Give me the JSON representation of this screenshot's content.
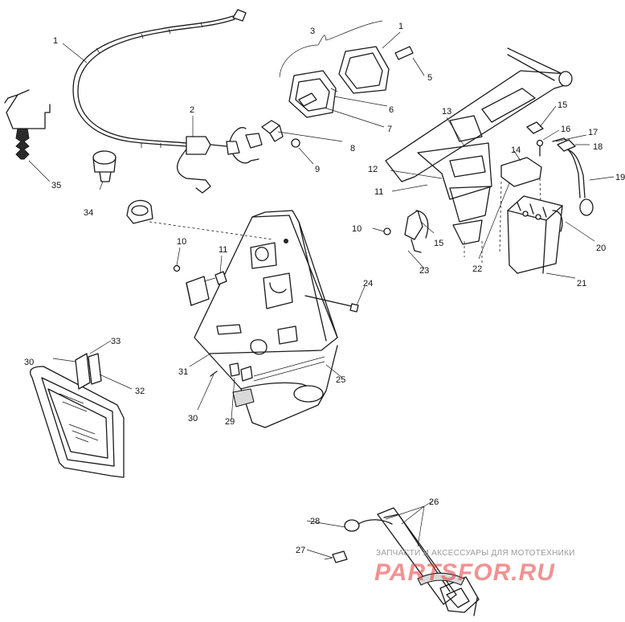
{
  "callouts": [
    {
      "id": "c1a",
      "text": "1"
    },
    {
      "id": "c1b",
      "text": "1"
    },
    {
      "id": "c2",
      "text": "2"
    },
    {
      "id": "c3",
      "text": "3"
    },
    {
      "id": "c5",
      "text": "5"
    },
    {
      "id": "c6",
      "text": "6"
    },
    {
      "id": "c7",
      "text": "7"
    },
    {
      "id": "c8",
      "text": "8"
    },
    {
      "id": "c9",
      "text": "9"
    },
    {
      "id": "c10a",
      "text": "10"
    },
    {
      "id": "c10b",
      "text": "10"
    },
    {
      "id": "c11a",
      "text": "11"
    },
    {
      "id": "c11b",
      "text": "11"
    },
    {
      "id": "c12",
      "text": "12"
    },
    {
      "id": "c13",
      "text": "13"
    },
    {
      "id": "c14",
      "text": "14"
    },
    {
      "id": "c15a",
      "text": "15"
    },
    {
      "id": "c15b",
      "text": "15"
    },
    {
      "id": "c16",
      "text": "16"
    },
    {
      "id": "c17",
      "text": "17"
    },
    {
      "id": "c18",
      "text": "18"
    },
    {
      "id": "c19",
      "text": "19"
    },
    {
      "id": "c20",
      "text": "20"
    },
    {
      "id": "c21",
      "text": "21"
    },
    {
      "id": "c22",
      "text": "22"
    },
    {
      "id": "c23",
      "text": "23"
    },
    {
      "id": "c24",
      "text": "24"
    },
    {
      "id": "c25",
      "text": "25"
    },
    {
      "id": "c26",
      "text": "26"
    },
    {
      "id": "c27",
      "text": "27"
    },
    {
      "id": "c28",
      "text": "28"
    },
    {
      "id": "c29",
      "text": "29"
    },
    {
      "id": "c30a",
      "text": "30"
    },
    {
      "id": "c30b",
      "text": "30"
    },
    {
      "id": "c31",
      "text": "31"
    },
    {
      "id": "c32",
      "text": "32"
    },
    {
      "id": "c33",
      "text": "33"
    },
    {
      "id": "c34",
      "text": "34"
    },
    {
      "id": "c35",
      "text": "35"
    }
  ],
  "watermark": {
    "subtitle": "ЗАПЧАСТИ И АКСЕССУАРЫ ДЛЯ МОТОТЕХНИКИ",
    "brand": "PARTSFOR.RU"
  }
}
